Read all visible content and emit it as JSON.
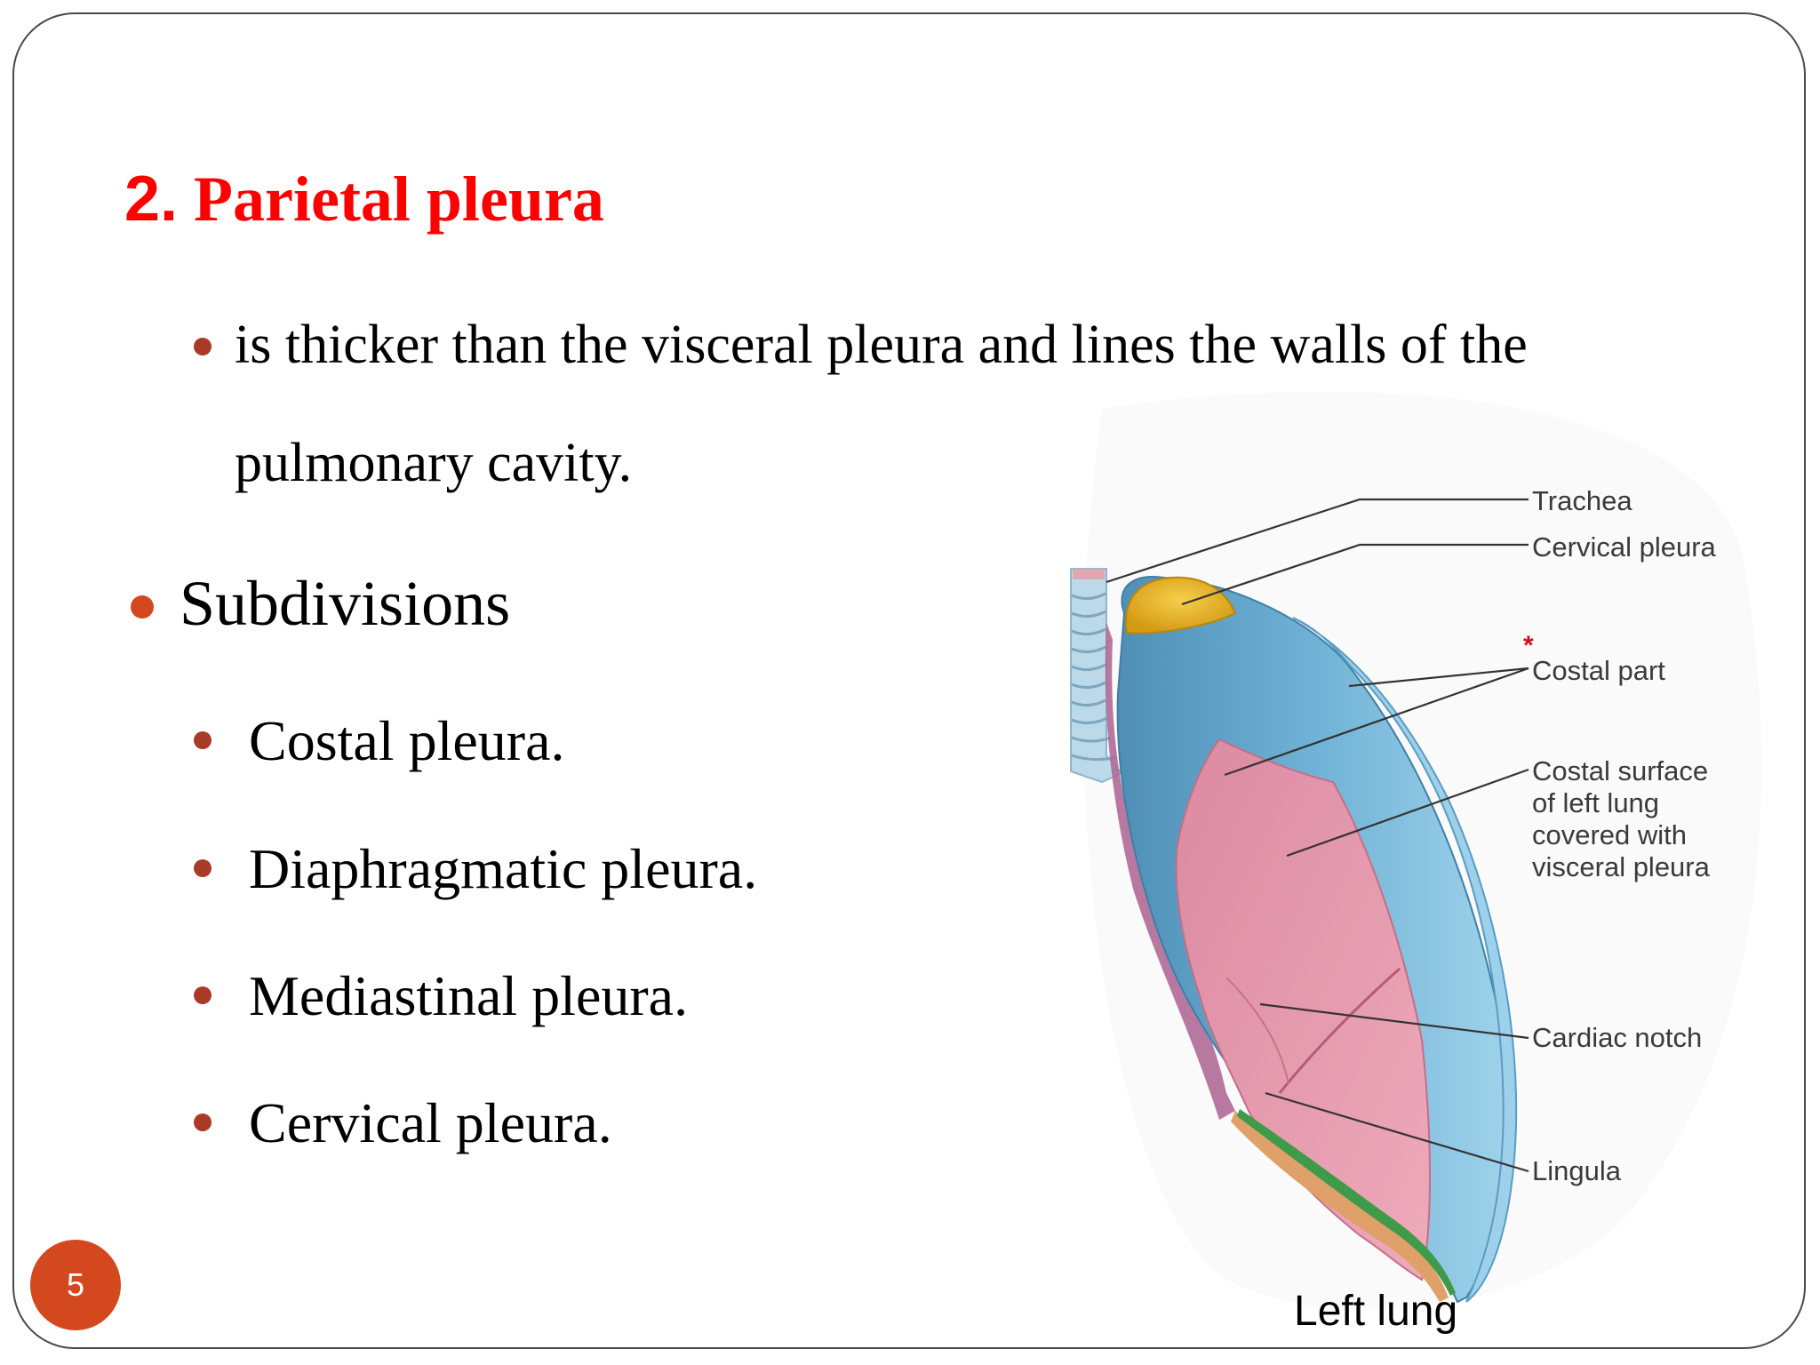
{
  "slide": {
    "title_number": "2.",
    "title_text": "Parietal pleura",
    "intro_line1": "is thicker than the visceral pleura and lines the walls of the",
    "intro_line2": "pulmonary cavity.",
    "section_heading": "Subdivisions",
    "subdivisions": [
      "Costal pleura.",
      "Diaphragmatic pleura.",
      "Mediastinal pleura.",
      "Cervical pleura."
    ],
    "page_number": "5"
  },
  "figure": {
    "labels": {
      "trachea": "Trachea",
      "cervical_pleura": "Cervical pleura",
      "asterisk": "*",
      "costal_part": "Costal part",
      "costal_surface": [
        "Costal surface",
        "of left lung",
        "covered with",
        "visceral pleura"
      ],
      "cardiac_notch": "Cardiac notch",
      "lingula": "Lingula"
    },
    "caption": "Left lung"
  },
  "colors": {
    "title": "#ff0000",
    "bullet_level1": "#d4481f",
    "bullet_level2": "#a83a26",
    "page_badge": "#d4481f",
    "lung_pink": "#e7a0b3",
    "pleura_blue": "#5fa6cc",
    "cervical_pleura_yellow": "#e3b021"
  }
}
